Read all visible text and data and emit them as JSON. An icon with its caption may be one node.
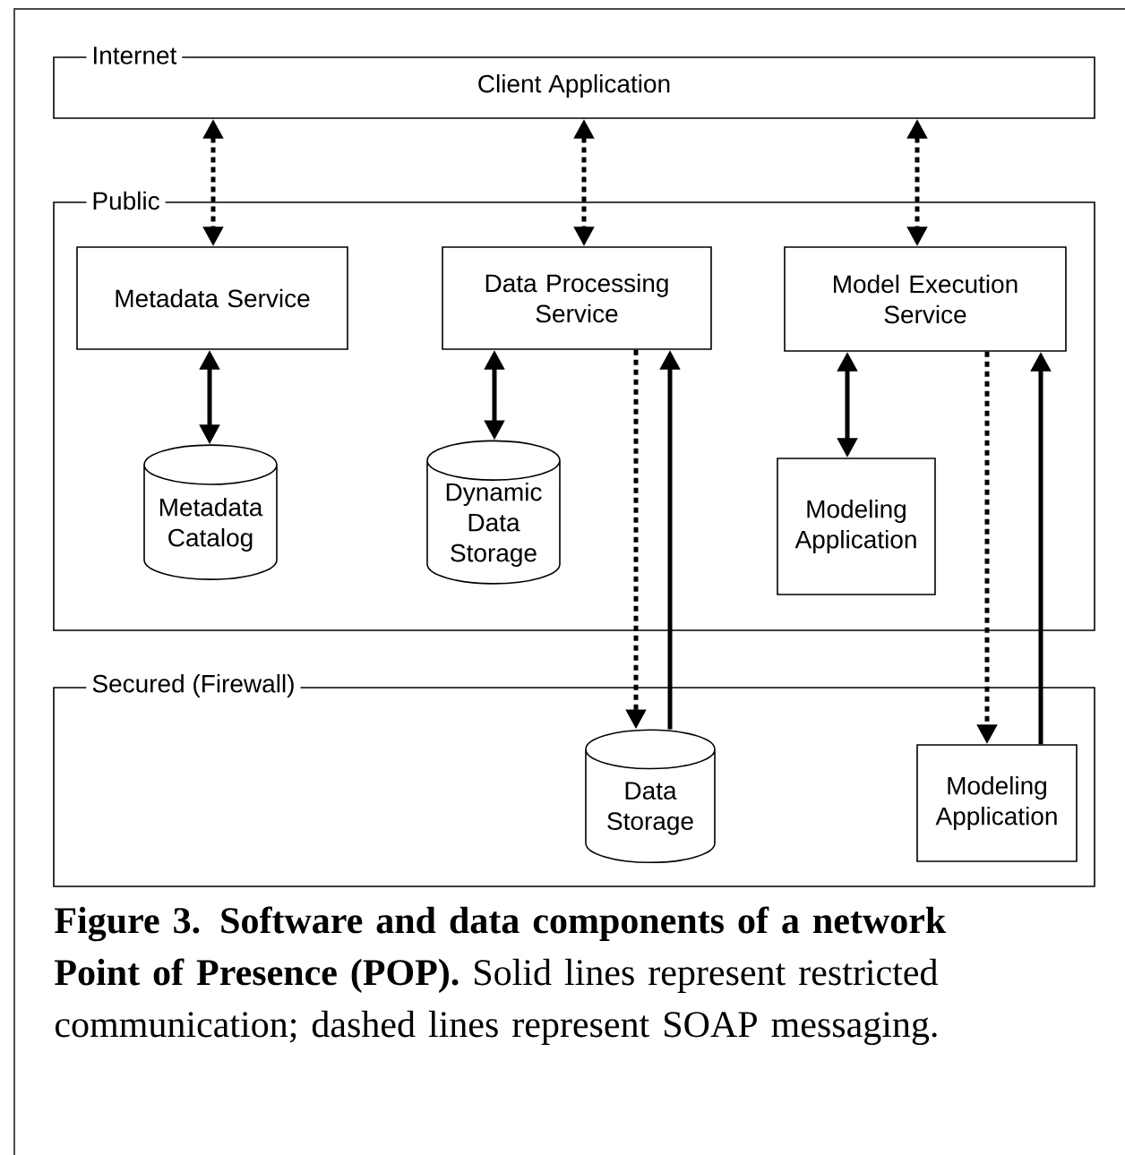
{
  "diagram": {
    "caption": "**Figure 3. Software and data components of a network Point of Presence (POP).** Solid lines represent restricted communication; dashed lines represent SOAP messaging.",
    "nodes": [
      {
        "text": [
          "Internet",
          "Client Application"
        ]
      },
      {
        "text": [
          "Public"
        ]
      },
      {
        "text": [
          "Metadata Service"
        ],
        "in": 1
      },
      {
        "text": [
          "Data Processing Service"
        ],
        "in": 1
      },
      {
        "text": [
          "Model Execution Service"
        ],
        "in": 1
      },
      {
        "text": [
          "Metadata Catalog"
        ],
        "in": 1
      },
      {
        "text": [
          "Dynamic Data Storage"
        ],
        "in": 1
      },
      {
        "text": [
          "Modeling Application"
        ],
        "in": 1
      },
      {
        "text": [
          "Secured (Firewall)"
        ]
      },
      {
        "text": [
          "Data Storage"
        ],
        "in": 8
      },
      {
        "text": [
          "Modeling Application"
        ],
        "in": 8
      }
    ],
    "edges": [
      {
        "from": 0,
        "to": 2,
        "arrow": "both",
        "style": "dashed"
      },
      {
        "from": 0,
        "to": 3,
        "arrow": "both",
        "style": "dashed"
      },
      {
        "from": 0,
        "to": 4,
        "arrow": "both",
        "style": "dashed"
      },
      {
        "from": 2,
        "to": 5,
        "arrow": "both"
      },
      {
        "from": 3,
        "to": 6,
        "arrow": "both"
      },
      {
        "from": 3,
        "to": 9,
        "arrow": "to",
        "style": "dashed"
      },
      {
        "from": 9,
        "to": 3,
        "arrow": "to"
      },
      {
        "from": 4,
        "to": 7,
        "arrow": "both"
      },
      {
        "from": 4,
        "to": 10,
        "arrow": "to",
        "style": "dashed"
      },
      {
        "from": 10,
        "to": 4,
        "arrow": "to"
      }
    ]
  }
}
